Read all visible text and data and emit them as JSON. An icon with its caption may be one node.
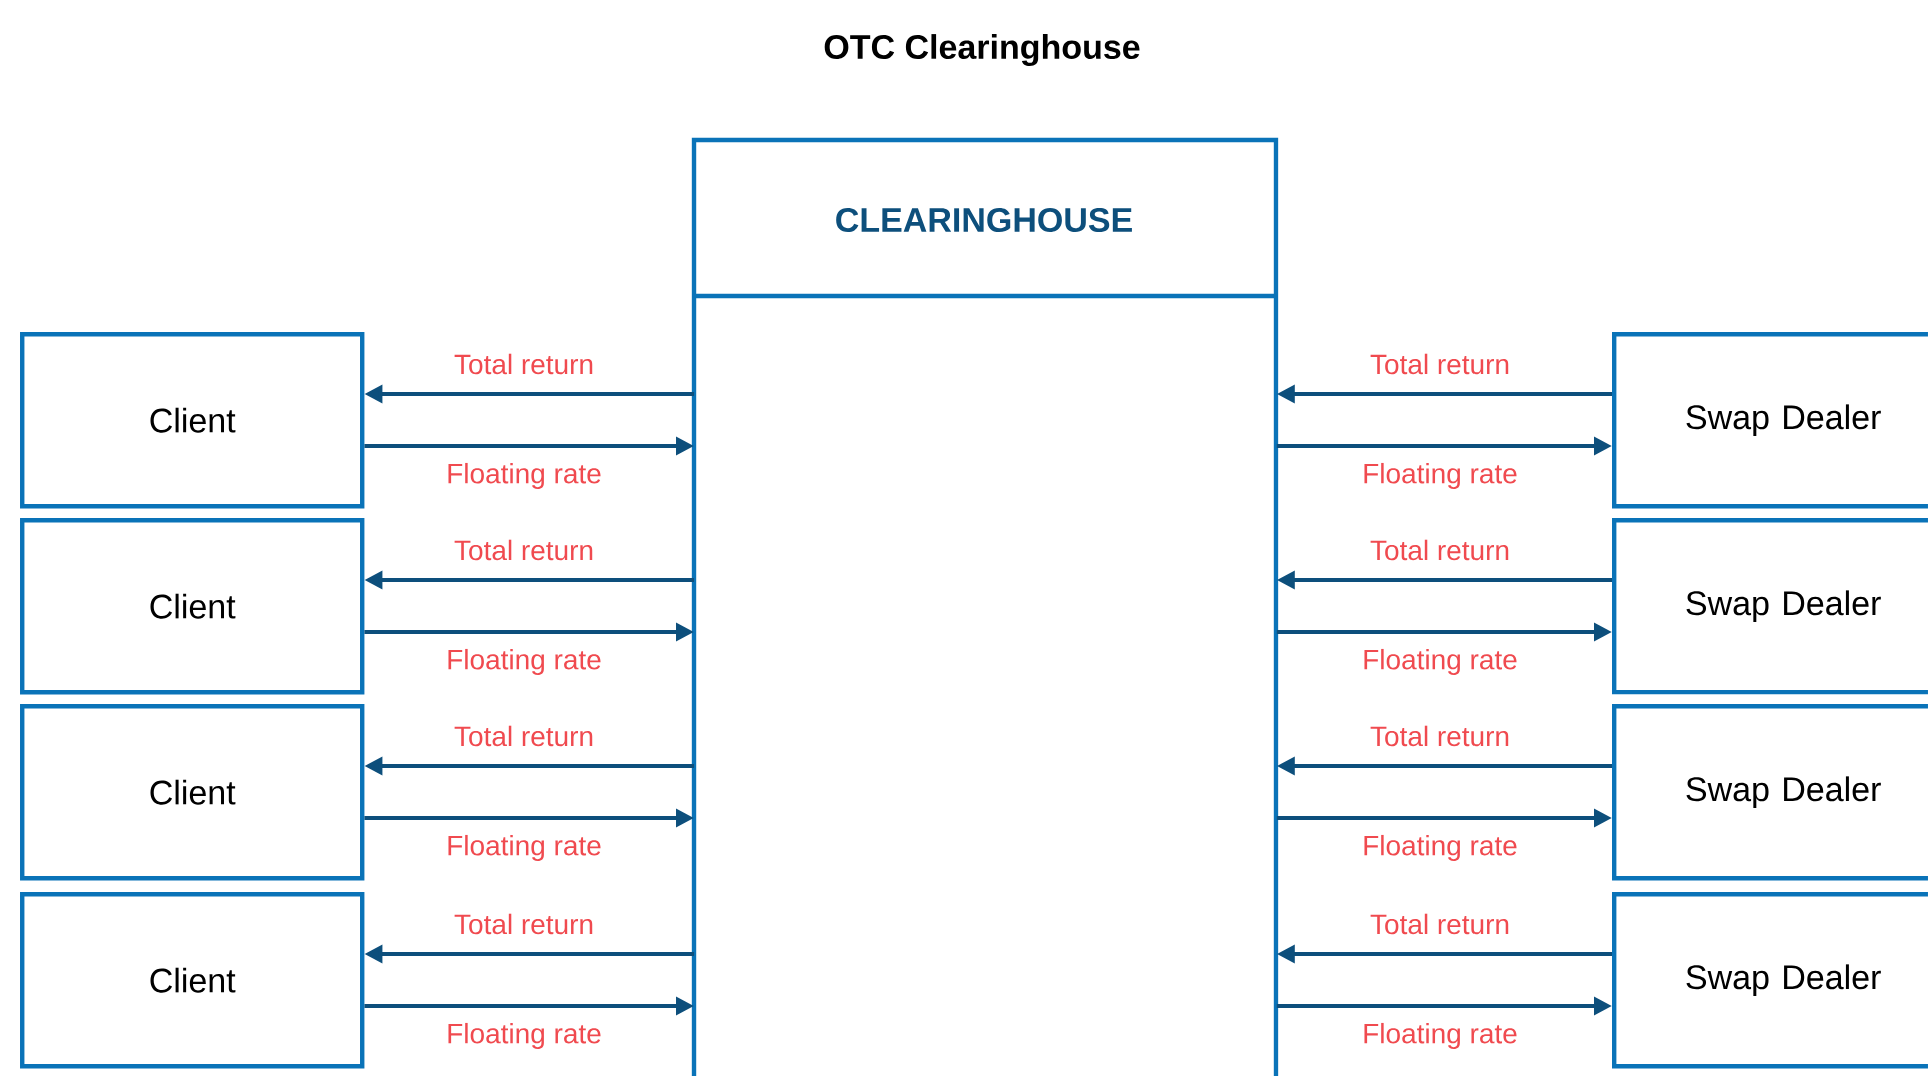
{
  "diagram": {
    "title": "OTC Clearinghouse",
    "nodes": [
      {
        "text": [
          "CLEARINGHOUSE"
        ]
      },
      {
        "text": [
          "Client"
        ]
      },
      {
        "text": [
          "Client"
        ]
      },
      {
        "text": [
          "Client"
        ]
      },
      {
        "text": [
          "Client"
        ]
      },
      {
        "text": [
          "Swap Dealer"
        ]
      },
      {
        "text": [
          "Swap Dealer"
        ]
      },
      {
        "text": [
          "Swap Dealer"
        ]
      },
      {
        "text": [
          "Swap Dealer"
        ]
      }
    ],
    "edges": [
      {
        "from": 0,
        "to": 1,
        "arrow": "to",
        "label": "Total return"
      },
      {
        "from": 1,
        "to": 0,
        "arrow": "to",
        "label": "Floating rate"
      },
      {
        "from": 0,
        "to": 2,
        "arrow": "to",
        "label": "Total return"
      },
      {
        "from": 2,
        "to": 0,
        "arrow": "to",
        "label": "Floating rate"
      },
      {
        "from": 0,
        "to": 3,
        "arrow": "to",
        "label": "Total return"
      },
      {
        "from": 3,
        "to": 0,
        "arrow": "to",
        "label": "Floating rate"
      },
      {
        "from": 0,
        "to": 4,
        "arrow": "to",
        "label": "Total return"
      },
      {
        "from": 4,
        "to": 0,
        "arrow": "to",
        "label": "Floating rate"
      },
      {
        "from": 5,
        "to": 0,
        "arrow": "to",
        "label": "Total return"
      },
      {
        "from": 0,
        "to": 5,
        "arrow": "to",
        "label": "Floating rate"
      },
      {
        "from": 6,
        "to": 0,
        "arrow": "to",
        "label": "Total return"
      },
      {
        "from": 0,
        "to": 6,
        "arrow": "to",
        "label": "Floating rate"
      },
      {
        "from": 7,
        "to": 0,
        "arrow": "to",
        "label": "Total return"
      },
      {
        "from": 0,
        "to": 7,
        "arrow": "to",
        "label": "Floating rate"
      },
      {
        "from": 8,
        "to": 0,
        "arrow": "to",
        "label": "Total return"
      },
      {
        "from": 0,
        "to": 8,
        "arrow": "to",
        "label": "Floating rate"
      }
    ]
  }
}
